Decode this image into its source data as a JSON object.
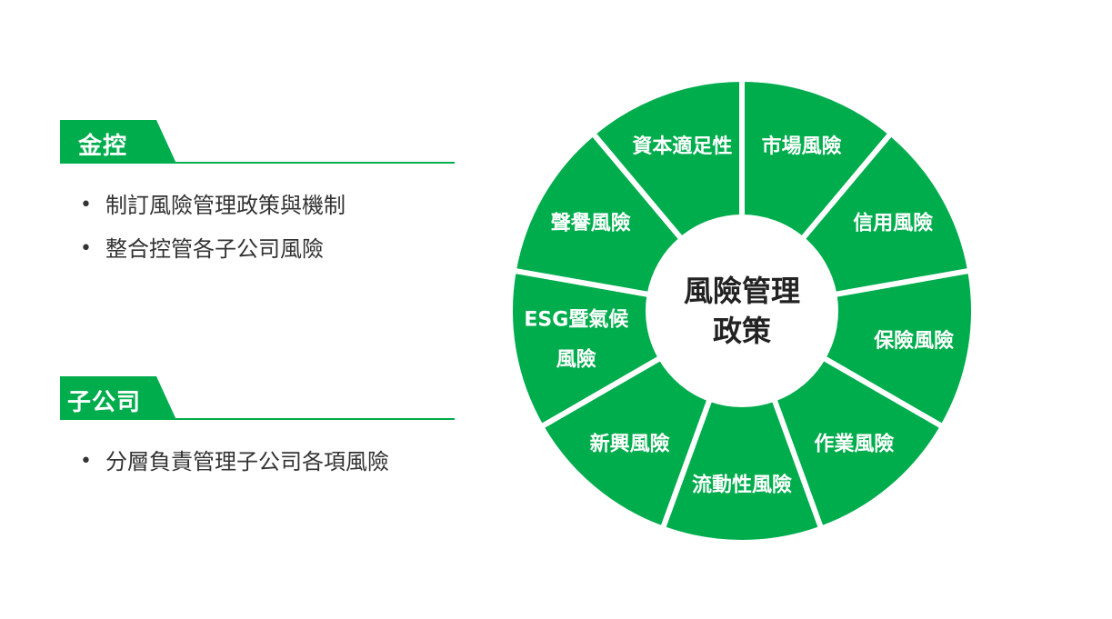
{
  "colors": {
    "accent": "#00ad4d",
    "text": "#333333",
    "white": "#ffffff"
  },
  "sections": [
    {
      "tag": "金控",
      "bullets": [
        "制訂風險管理政策與機制",
        "整合控管各子公司風險"
      ]
    },
    {
      "tag": "子公司",
      "bullets": [
        "分層負責管理子公司各項風險"
      ]
    }
  ],
  "wheel": {
    "center_lines": [
      "風險管理",
      "政策"
    ],
    "segments": [
      {
        "lines": [
          "市場風險"
        ]
      },
      {
        "lines": [
          "信用風險"
        ]
      },
      {
        "lines": [
          "保險風險"
        ]
      },
      {
        "lines": [
          "作業風險"
        ]
      },
      {
        "lines": [
          "流動性風險"
        ]
      },
      {
        "lines": [
          "新興風險"
        ]
      },
      {
        "lines": [
          "ESG暨氣候",
          "風險"
        ]
      },
      {
        "lines": [
          "聲譽風險"
        ]
      },
      {
        "lines": [
          "資本適足性"
        ]
      }
    ]
  }
}
